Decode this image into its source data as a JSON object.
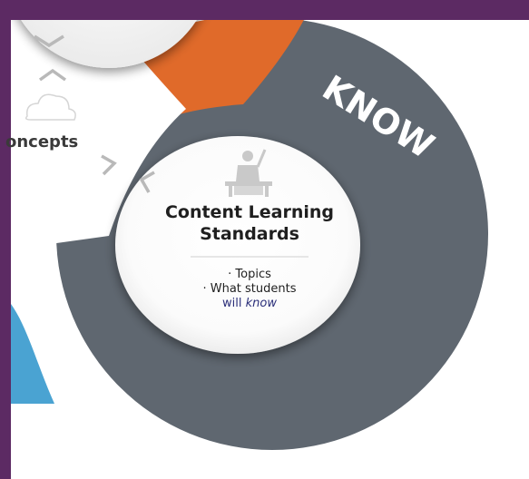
{
  "diagram": {
    "ring_label": "KNOW",
    "center_title_line1": "Content Learning",
    "center_title_line2": "Standards",
    "bullet_1": "· Topics",
    "bullet_2": "· What students",
    "bullet_3_prefix": "will ",
    "bullet_3_emphasis": "know",
    "side_label": "oncepts",
    "icons": [
      "teacher-at-desk-icon",
      "cloud-icon",
      "chevron-down-icon",
      "chevron-up-icon",
      "chevron-right-icon",
      "chevron-left-icon"
    ]
  },
  "colors": {
    "frame": "#5c2a63",
    "ring": "#5f6770",
    "orange": "#e06a2a",
    "blue": "#4aa3d2",
    "text": "#1f1f1f",
    "accent_text": "#2b2f7a"
  }
}
